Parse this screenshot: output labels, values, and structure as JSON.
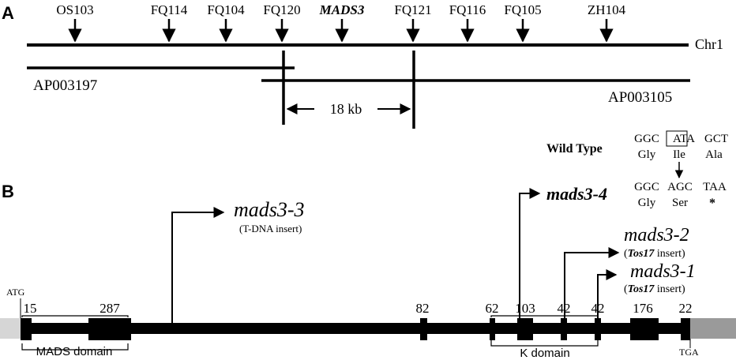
{
  "panel_a": {
    "letter": "A",
    "markers": [
      "OS103",
      "FQ114",
      "FQ104",
      "FQ120",
      "MADS3",
      "FQ121",
      "FQ116",
      "FQ105",
      "ZH104"
    ],
    "chromosome": "Chr1",
    "clones": [
      "AP003197",
      "AP003105"
    ],
    "distance": "18 kb"
  },
  "panel_b": {
    "letter": "B",
    "start_codon": "ATG",
    "stop_codon": "TGA",
    "exon_sizes": [
      "15",
      "287",
      "82",
      "62",
      "103",
      "42",
      "42",
      "176",
      "22"
    ],
    "domains": {
      "mads": "MADS domain",
      "k": "K domain"
    },
    "insertions": [
      {
        "name": "mads3-3",
        "note": "(T-DNA insert)"
      },
      {
        "name": "mads3-4",
        "note": ""
      },
      {
        "name": "mads3-2",
        "note_prefix": "(",
        "note_italic": "Tos17",
        "note_suffix": " insert)"
      },
      {
        "name": "mads3-1",
        "note_prefix": "(",
        "note_italic": "Tos17",
        "note_suffix": " insert)"
      }
    ],
    "mutation": {
      "label": "Wild Type",
      "wild_codons": [
        "GGC",
        "ATA",
        "GCT"
      ],
      "wild_aa": [
        "Gly",
        "Ile",
        "Ala"
      ],
      "mutant_codons": [
        "GGC",
        "AGC",
        "TAA"
      ],
      "mutant_aa": [
        "Gly",
        "Ser",
        "*"
      ]
    }
  }
}
